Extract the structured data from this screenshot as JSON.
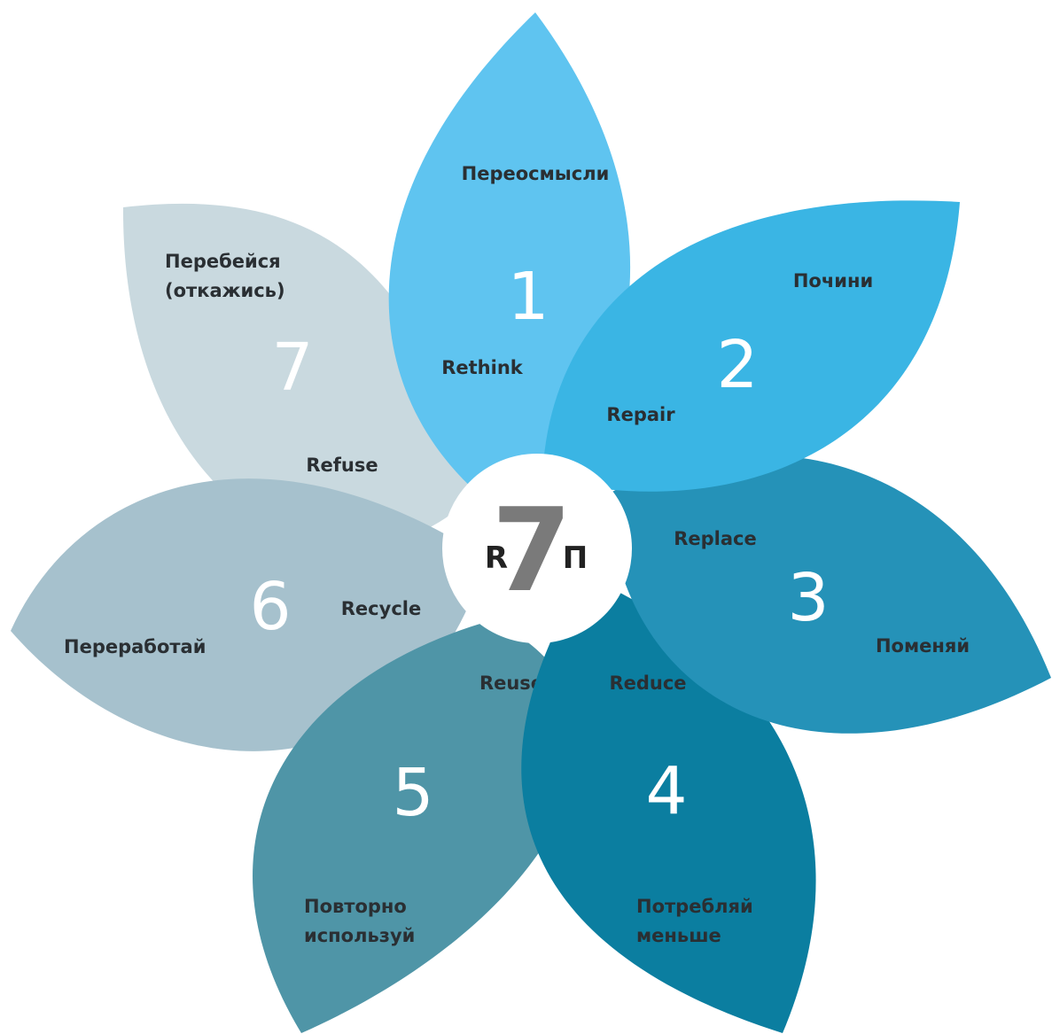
{
  "center": {
    "left": "R",
    "middle": "7",
    "right": "П"
  },
  "petals": [
    {
      "id": "1",
      "number": "1",
      "en": "Rethink",
      "ru": [
        "Переосмысли"
      ],
      "color": "#5fc4f0"
    },
    {
      "id": "2",
      "number": "2",
      "en": "Repair",
      "ru": [
        "Почини"
      ],
      "color": "#3ab5e4"
    },
    {
      "id": "3",
      "number": "3",
      "en": "Replace",
      "ru": [
        "Поменяй"
      ],
      "color": "#2592b8"
    },
    {
      "id": "4",
      "number": "4",
      "en": "Reduce",
      "ru": [
        "Потребляй",
        "меньше"
      ],
      "color": "#0b7ea0"
    },
    {
      "id": "5",
      "number": "5",
      "en": "Reuse",
      "ru": [
        "Повторно",
        "используй"
      ],
      "color": "#4f95a7"
    },
    {
      "id": "6",
      "number": "6",
      "en": "Recycle",
      "ru": [
        "Переработай"
      ],
      "color": "#a6c1cd"
    },
    {
      "id": "7",
      "number": "7",
      "en": "Refuse",
      "ru": [
        "Перебейся",
        "(откажись)"
      ],
      "color": "#c9d9df"
    }
  ]
}
